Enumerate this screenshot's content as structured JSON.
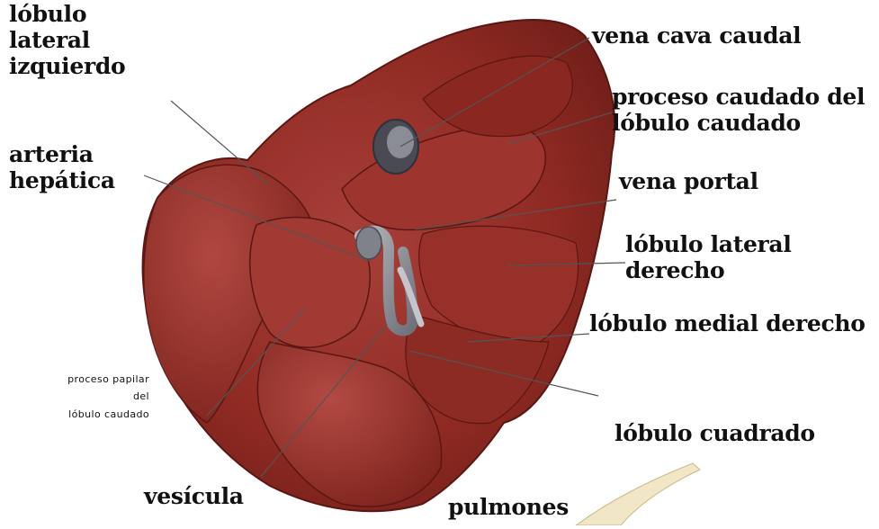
{
  "figure": {
    "background": "#ffffff",
    "liver_color": "#8f2a23",
    "vessel_color": "#8a8c96",
    "labels": [
      {
        "id": "lobulo-lateral-izquierdo",
        "lines": [
          "lóbulo",
          "lateral",
          "izquierdo"
        ]
      },
      {
        "id": "arteria-hepatica",
        "lines": [
          "arteria",
          "hepática"
        ]
      },
      {
        "id": "vena-cava-caudal",
        "lines": [
          "vena cava caudal"
        ]
      },
      {
        "id": "proceso-caudado",
        "lines": [
          "proceso caudado del",
          "lóbulo caudado"
        ]
      },
      {
        "id": "vena-portal",
        "lines": [
          "vena portal"
        ]
      },
      {
        "id": "lobulo-lateral-derecho",
        "lines": [
          "lóbulo lateral",
          "derecho"
        ]
      },
      {
        "id": "lobulo-medial-derecho",
        "lines": [
          "lóbulo medial derecho"
        ]
      },
      {
        "id": "proceso-papilar",
        "lines": [
          "proceso papilar",
          "del",
          "lóbulo caudado"
        ]
      },
      {
        "id": "lobulo-cuadrado",
        "lines": [
          "lóbulo cuadrado"
        ]
      },
      {
        "id": "vesicula",
        "lines": [
          "vesícula"
        ]
      },
      {
        "id": "pulmones",
        "lines": [
          "pulmones"
        ]
      }
    ]
  }
}
